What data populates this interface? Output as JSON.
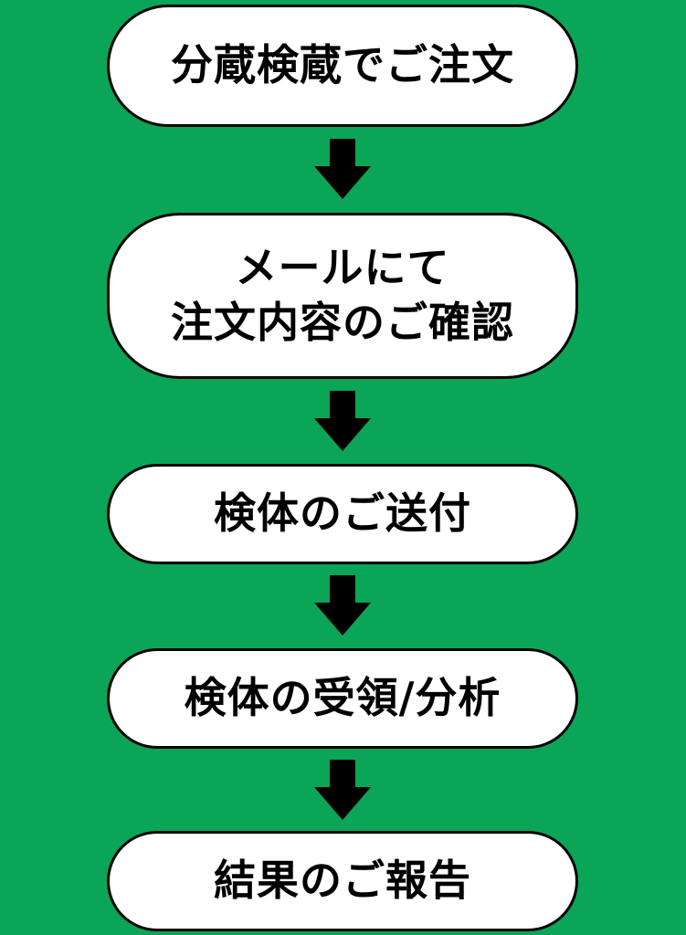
{
  "flow": {
    "steps": [
      {
        "lines": [
          "分蔵検蔵でご注文"
        ]
      },
      {
        "lines": [
          "メールにて",
          "注文内容のご確認"
        ]
      },
      {
        "lines": [
          "検体のご送付"
        ]
      },
      {
        "lines": [
          "検体の受領/分析"
        ]
      },
      {
        "lines": [
          "結果のご報告"
        ]
      }
    ],
    "arrow_icon": "down-arrow-icon"
  },
  "colors": {
    "background": "#0aa557",
    "box_fill": "#ffffff",
    "box_border": "#000000",
    "text": "#000000",
    "arrow": "#000000"
  }
}
